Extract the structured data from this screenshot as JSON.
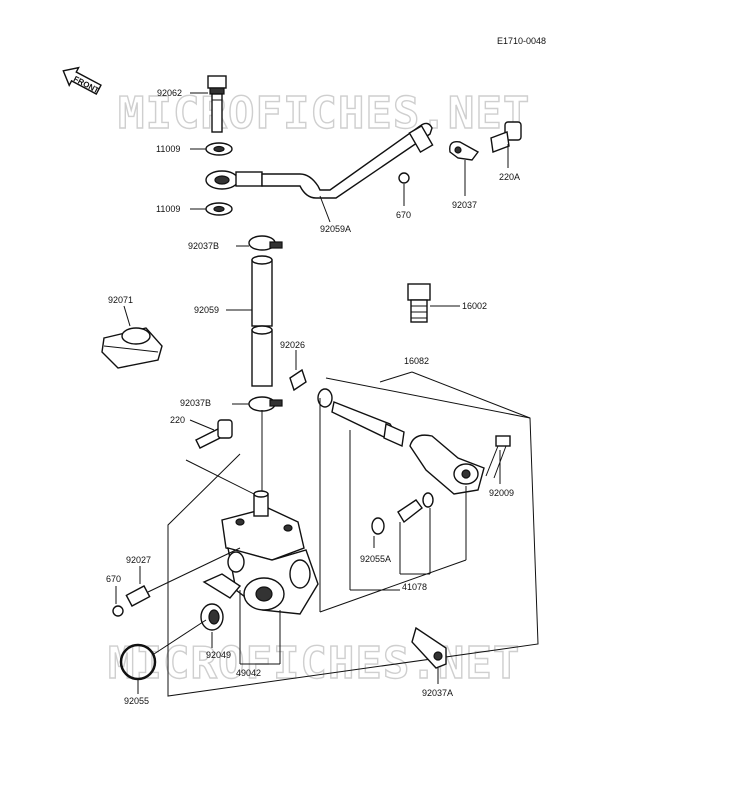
{
  "diagram": {
    "ref_code": "E1710-0048",
    "front_label": "FRONT",
    "watermark_text": "MICROFICHES.NET",
    "labels": {
      "p92062": "92062",
      "p11009a": "11009",
      "p11009b": "11009",
      "p92059a": "92059A",
      "p670a": "670",
      "p92037": "92037",
      "p220a": "220A",
      "p92037b_top": "92037B",
      "p92071": "92071",
      "p92059": "92059",
      "p16002": "16002",
      "p92026": "92026",
      "p16082": "16082",
      "p92037b_mid": "92037B",
      "p220": "220",
      "p92009": "92009",
      "p92027": "92027",
      "p670b": "670",
      "p92055a": "92055A",
      "p41078": "41078",
      "p92049": "92049",
      "p49042": "49042",
      "p92055": "92055",
      "p92037a": "92037A"
    }
  }
}
